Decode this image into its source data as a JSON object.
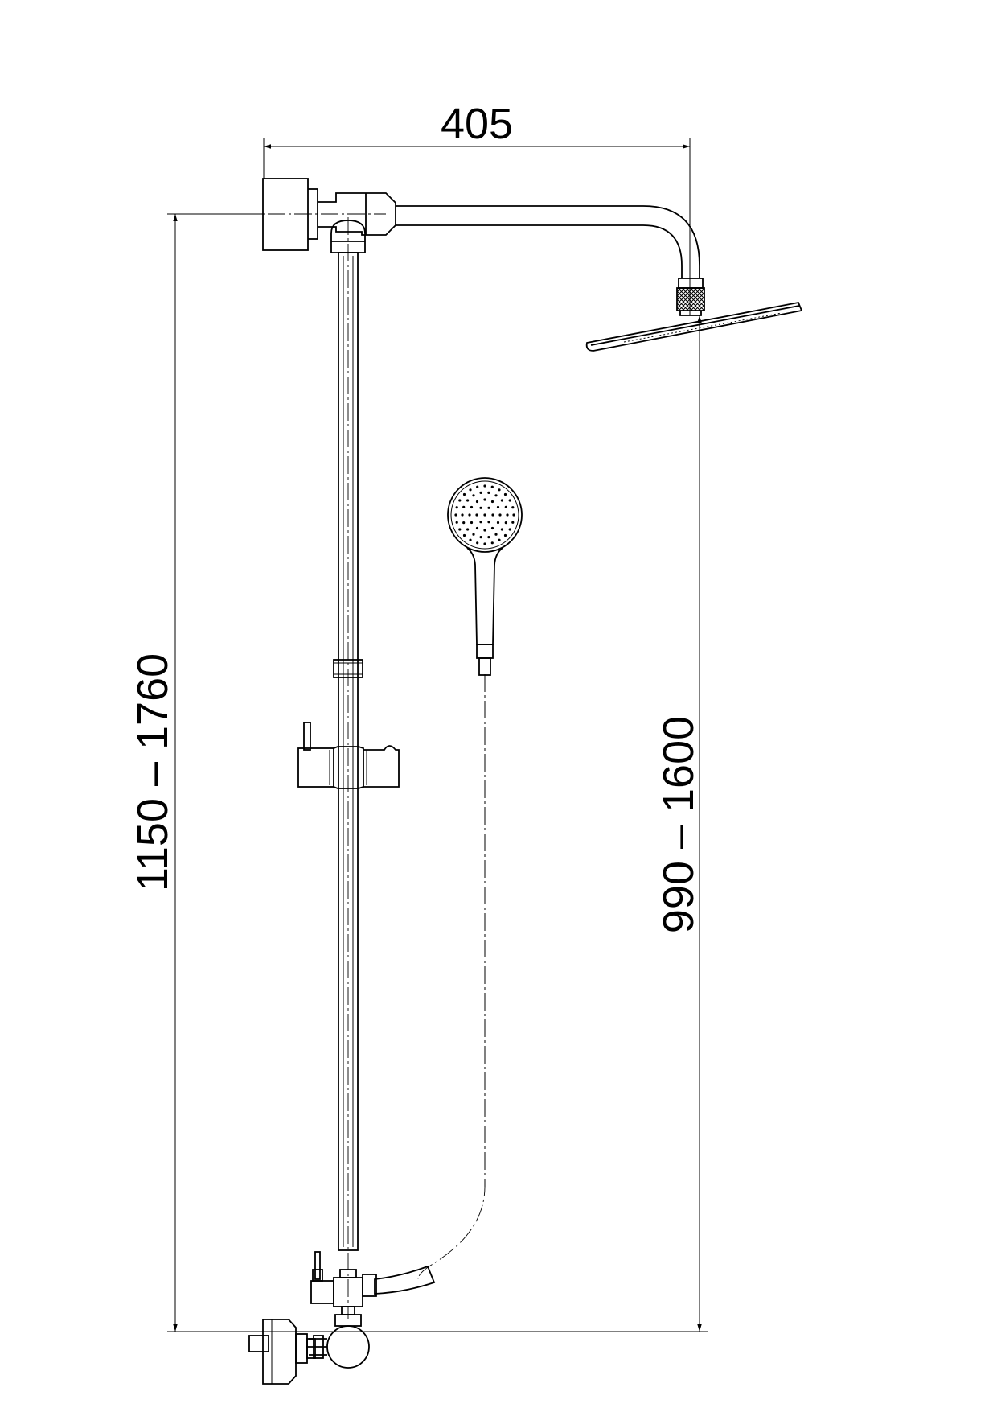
{
  "dimensions": {
    "width_label": "405",
    "total_height_label": "1150 – 1760",
    "head_height_label": "990 – 1600"
  }
}
